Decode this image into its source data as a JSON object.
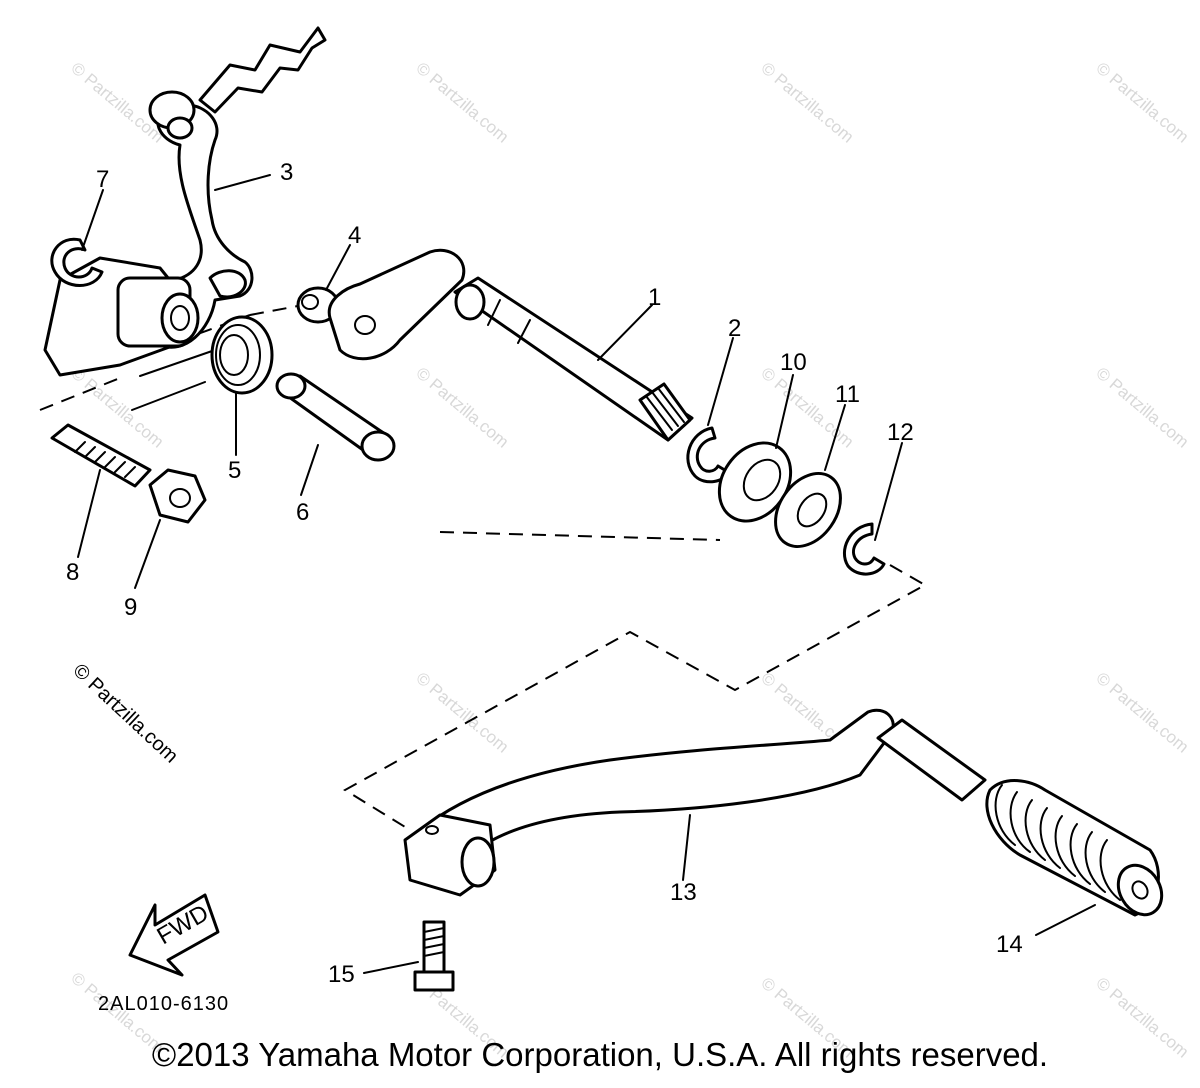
{
  "diagram": {
    "callouts": [
      {
        "id": "1",
        "label": "1"
      },
      {
        "id": "2",
        "label": "2"
      },
      {
        "id": "3",
        "label": "3"
      },
      {
        "id": "4",
        "label": "4"
      },
      {
        "id": "5",
        "label": "5"
      },
      {
        "id": "6",
        "label": "6"
      },
      {
        "id": "7",
        "label": "7"
      },
      {
        "id": "8",
        "label": "8"
      },
      {
        "id": "9",
        "label": "9"
      },
      {
        "id": "10",
        "label": "10"
      },
      {
        "id": "11",
        "label": "11"
      },
      {
        "id": "12",
        "label": "12"
      },
      {
        "id": "13",
        "label": "13"
      },
      {
        "id": "14",
        "label": "14"
      },
      {
        "id": "15",
        "label": "15"
      }
    ],
    "fwd_label": "FWD",
    "drawing_code": "2AL010-6130",
    "watermark_text": "© Partzilla.com",
    "copyright": "©2013 Yamaha Motor Corporation, U.S.A. All rights reserved."
  }
}
